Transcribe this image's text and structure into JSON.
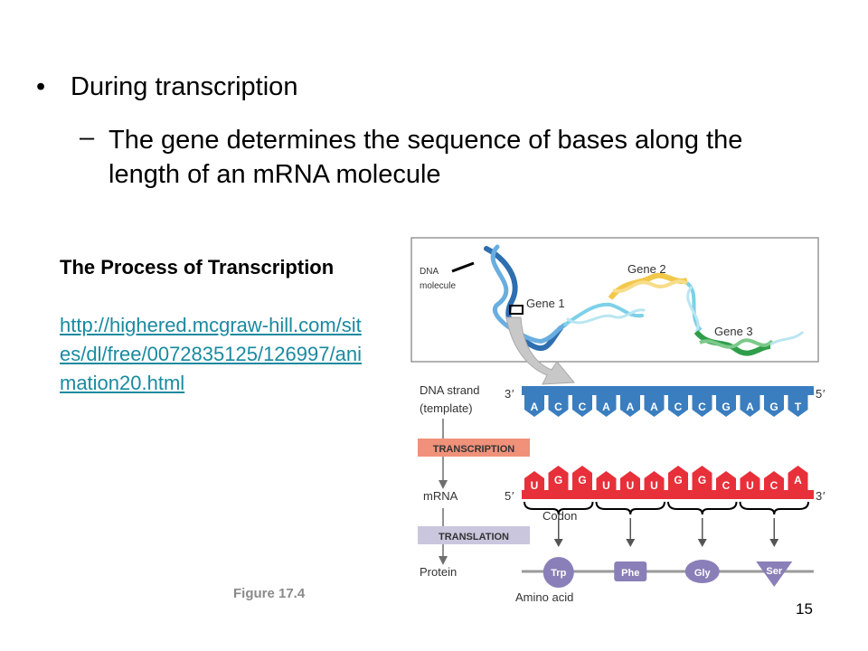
{
  "slide": {
    "bullet_symbol": "•",
    "bullet_text": "During transcription",
    "sub_dash": "–",
    "sub_text": "The gene determines the sequence of bases along the length of an mRNA molecule",
    "title": "The Process of Transcription",
    "link": "http://highered.mcgraw-hill.com/sites/dl/free/0072835125/126997/animation20.html",
    "figure_label": "Figure 17.4",
    "page_number": "15"
  },
  "diagram": {
    "dna_molecule_label_1": "DNA",
    "dna_molecule_label_2": "molecule",
    "gene1": "Gene 1",
    "gene2": "Gene 2",
    "gene3": "Gene 3",
    "dna_strand_label_1": "DNA strand",
    "dna_strand_label_2": "(template)",
    "transcription": "TRANSCRIPTION",
    "translation": "TRANSLATION",
    "mrna": "mRNA",
    "protein": "Protein",
    "codon": "Codon",
    "amino_acid": "Amino acid",
    "dna_left_end": "3",
    "dna_right_end": "5",
    "mrna_left_end": "5",
    "mrna_right_end": "3",
    "dna_bases": [
      "A",
      "C",
      "C",
      "A",
      "A",
      "A",
      "C",
      "C",
      "G",
      "A",
      "G",
      "T"
    ],
    "mrna_bases": [
      "U",
      "G",
      "G",
      "U",
      "U",
      "U",
      "G",
      "G",
      "C",
      "U",
      "C",
      "A"
    ],
    "amino_acids": [
      "Trp",
      "Phe",
      "Gly",
      "Ser"
    ],
    "colors": {
      "dna_blue": "#3a7ec0",
      "mrna_red": "#e8303a",
      "transcription_box": "#f0917a",
      "translation_box": "#c9c6dd",
      "amino_acid_purple": "#8a7fb8",
      "gene2_yellow": "#f2c84b",
      "gene3_green": "#2f9e4a",
      "link_teal": "#1a8aa0"
    }
  }
}
